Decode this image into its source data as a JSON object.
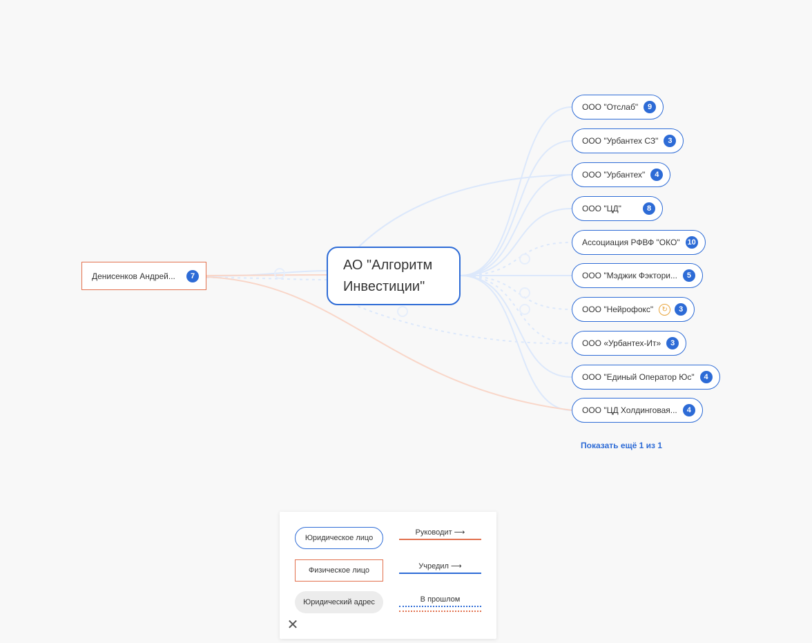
{
  "center": {
    "line1": "АО \"Алгоритм",
    "line2": "Инвестиции\""
  },
  "person": {
    "name": "Денисенков Андрей...",
    "count": "7"
  },
  "companies": [
    {
      "name": "ООО \"Отслаб\"",
      "count": "9"
    },
    {
      "name": "ООО \"Урбантех СЗ\"",
      "count": "3"
    },
    {
      "name": "ООО \"Урбантех\"",
      "count": "4"
    },
    {
      "name": "ООО \"ЦД\"",
      "count": "8"
    },
    {
      "name": "Ассоциация РФВФ \"ОКО\"",
      "count": "10"
    },
    {
      "name": "ООО \"Мэджик Фэктори...",
      "count": "5"
    },
    {
      "name": "ООО \"Нейрофокс\"",
      "count": "3",
      "icon": "sync-icon"
    },
    {
      "name": "ООО «Урбантех-Ит»",
      "count": "3"
    },
    {
      "name": "ООО \"Единый Оператор Юс\"",
      "count": "4"
    },
    {
      "name": "ООО \"ЦД Холдинговая...",
      "count": "4"
    }
  ],
  "show_more": "Показать ещё 1 из 1",
  "legend": {
    "legal_entity": "Юридическое лицо",
    "natural_person": "Физическое лицо",
    "legal_address": "Юридический адрес",
    "manages": "Руководит ⟶",
    "founded": "Учредил ⟶",
    "in_past": "В прошлом"
  },
  "colors": {
    "blue": "#2d6bd6",
    "orange": "#e2704d",
    "edge_blue": "#dce8fb",
    "edge_orange": "#f9d6c8"
  },
  "icons": {
    "close": "close-icon",
    "sync": "sync-icon"
  }
}
